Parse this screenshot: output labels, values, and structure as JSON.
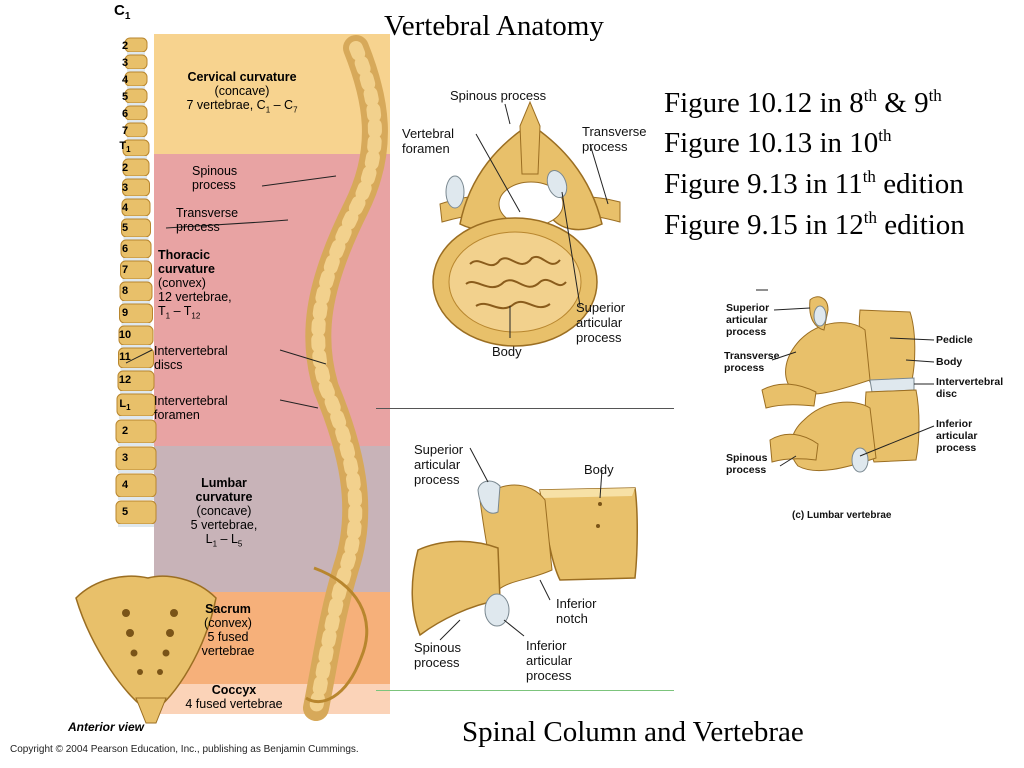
{
  "title": "Vertebral Anatomy",
  "bottom_title": "Spinal Column and Vertebrae",
  "figure_refs": [
    {
      "a": "Figure 10.12 in 8",
      "sup1": "th",
      "b": " & 9",
      "sup2": "th",
      "c": ""
    },
    {
      "a": "Figure 10.13 in 10",
      "sup1": "th",
      "b": "",
      "sup2": "",
      "c": ""
    },
    {
      "a": "Figure 9.13 in 11",
      "sup1": "th",
      "b": " edition",
      "sup2": "",
      "c": ""
    },
    {
      "a": "Figure 9.15 in 12",
      "sup1": "th",
      "b": " edition",
      "sup2": "",
      "c": ""
    }
  ],
  "spine": {
    "top_label": "C",
    "top_label_sub": "1",
    "regions": [
      {
        "name": "Cervical curvature",
        "l1": "(concave)",
        "l2": "7 vertebrae, C",
        "s1": "1",
        "mid": " – C",
        "s2": "7",
        "color": "#f7d38f"
      },
      {
        "name": "Thoracic curvature",
        "color": "#e8a3a3"
      },
      {
        "name": "Lumbar curvature",
        "color": "#c8b3b8"
      },
      {
        "name": "Sacrum",
        "color": "#f6b07a"
      },
      {
        "name": "Coccyx",
        "color": "#fbd3b8"
      }
    ],
    "thoracic": {
      "spinous": "Spinous",
      "spinous2": "process",
      "transverse": "Transverse",
      "transverse2": "process",
      "name1": "Thoracic",
      "name2": "curvature",
      "l1": "(convex)",
      "l2": "12 vertebrae,",
      "l3a": "T",
      "l3s1": "1",
      "l3m": " – T",
      "l3s2": "12",
      "disc1": "Intervertebral",
      "disc2": "discs",
      "foramen1": "Intervertebral",
      "foramen2": "foramen"
    },
    "lumbar": {
      "name1": "Lumbar",
      "name2": "curvature",
      "l1": "(concave)",
      "l2": "5 vertebrae,",
      "l3a": "L",
      "l3s1": "1",
      "l3m": " – L",
      "l3s2": "5"
    },
    "sacrum": {
      "name": "Sacrum",
      "l1": "(convex)",
      "l2": "5 fused",
      "l3": "vertebrae"
    },
    "coccyx": {
      "name": "Coccyx",
      "l1": "4 fused vertebrae"
    },
    "cervical_numbers": [
      "2",
      "3",
      "4",
      "5",
      "6",
      "7"
    ],
    "t_label": "T",
    "t_sub": "1",
    "thoracic_numbers": [
      "2",
      "3",
      "4",
      "5",
      "6",
      "7",
      "8",
      "9",
      "10",
      "11",
      "12"
    ],
    "l_label": "L",
    "l_sub": "1",
    "lumbar_numbers": [
      "2",
      "3",
      "4",
      "5"
    ],
    "view": "Anterior view",
    "copyright": "Copyright © 2004 Pearson Education, Inc., publishing as Benjamin Cummings."
  },
  "top_vertebra": {
    "spinous": "Spinous process",
    "foramen1": "Vertebral",
    "foramen2": "foramen",
    "transverse1": "Transverse",
    "transverse2": "process",
    "superior1": "Superior",
    "superior2": "articular",
    "superior3": "process",
    "body": "Body"
  },
  "side_vertebra": {
    "superior1": "Superior",
    "superior2": "articular",
    "superior3": "process",
    "body": "Body",
    "notch1": "Inferior",
    "notch2": "notch",
    "spinous1": "Spinous",
    "spinous2": "process",
    "inferior1": "Inferior",
    "inferior2": "articular",
    "inferior3": "process"
  },
  "lumbar_figure": {
    "superior1": "Superior",
    "superior2": "articular",
    "superior3": "process",
    "transverse1": "Transverse",
    "transverse2": "process",
    "pedicle": "Pedicle",
    "body": "Body",
    "disc1": "Intervertebral",
    "disc2": "disc",
    "inferior1": "Inferior",
    "inferior2": "articular",
    "inferior3": "process",
    "spinous1": "Spinous",
    "spinous2": "process",
    "caption": "(c) Lumbar vertebrae"
  },
  "colors": {
    "bone": "#e8c06a",
    "bone_dark": "#b8862e",
    "bone_light": "#f7e1a6",
    "disc": "#dfe8ee"
  }
}
